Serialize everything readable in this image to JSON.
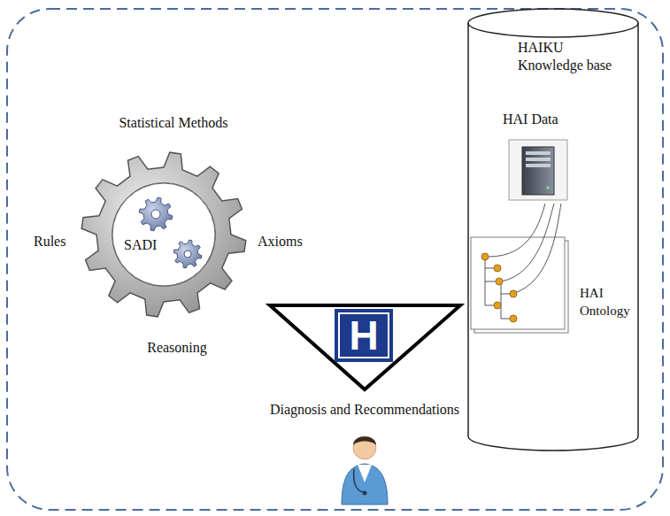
{
  "diagram": {
    "nodes": [
      {
        "text": [
          "SADI"
        ]
      },
      {
        "text": [
          "H"
        ]
      },
      {
        "text": [
          "HAIKU Knowledge base"
        ]
      }
    ],
    "labels": [
      "Statistical Methods",
      "Rules",
      "Axioms",
      "Reasoning",
      "HAI Data",
      "HAI Ontology",
      "Diagnosis and Recommendations"
    ]
  }
}
